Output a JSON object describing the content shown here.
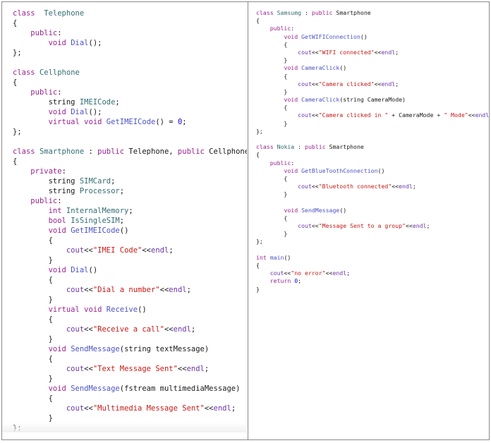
{
  "left_code": {
    "lines": [
      [
        [
          "kw",
          "class"
        ],
        [
          "",
          "  "
        ],
        [
          "ident",
          "Telephone"
        ]
      ],
      [
        [
          "",
          "{"
        ]
      ],
      [
        [
          "",
          "    "
        ],
        [
          "kw",
          "public"
        ],
        [
          "",
          ":"
        ]
      ],
      [
        [
          "",
          "        "
        ],
        [
          "kw",
          "void"
        ],
        [
          "",
          " "
        ],
        [
          "fn",
          "Dial"
        ],
        [
          "",
          "();"
        ]
      ],
      [
        [
          "",
          "};"
        ]
      ],
      [
        [
          "",
          ""
        ]
      ],
      [
        [
          "kw",
          "class"
        ],
        [
          "",
          " "
        ],
        [
          "ident",
          "Cellphone"
        ]
      ],
      [
        [
          "",
          "{"
        ]
      ],
      [
        [
          "",
          "    "
        ],
        [
          "kw",
          "public"
        ],
        [
          "",
          ":"
        ]
      ],
      [
        [
          "",
          "        "
        ],
        [
          "",
          "string "
        ],
        [
          "ident",
          "IMEICode"
        ],
        [
          "",
          ";"
        ]
      ],
      [
        [
          "",
          "        "
        ],
        [
          "kw",
          "void"
        ],
        [
          "",
          " "
        ],
        [
          "fn",
          "Dial"
        ],
        [
          "",
          "();"
        ]
      ],
      [
        [
          "",
          "        "
        ],
        [
          "kw",
          "virtual"
        ],
        [
          "",
          " "
        ],
        [
          "kw",
          "void"
        ],
        [
          "",
          " "
        ],
        [
          "fn",
          "GetIMEICode"
        ],
        [
          "",
          "() = "
        ],
        [
          "num",
          "0"
        ],
        [
          "",
          ";"
        ]
      ],
      [
        [
          "",
          "};"
        ]
      ],
      [
        [
          "",
          ""
        ]
      ],
      [
        [
          "kw",
          "class"
        ],
        [
          "",
          " "
        ],
        [
          "ident",
          "Smartphone"
        ],
        [
          "",
          " : "
        ],
        [
          "kw",
          "public"
        ],
        [
          "",
          " Telephone, "
        ],
        [
          "kw",
          "public"
        ],
        [
          "",
          " Cellphone"
        ]
      ],
      [
        [
          "",
          "{"
        ]
      ],
      [
        [
          "",
          "    "
        ],
        [
          "kw",
          "private"
        ],
        [
          "",
          ":"
        ]
      ],
      [
        [
          "",
          "        "
        ],
        [
          "",
          "string "
        ],
        [
          "ident",
          "SIMCard"
        ],
        [
          "",
          ";"
        ]
      ],
      [
        [
          "",
          "        "
        ],
        [
          "",
          "string "
        ],
        [
          "ident",
          "Processor"
        ],
        [
          "",
          ";"
        ]
      ],
      [
        [
          "",
          "    "
        ],
        [
          "kw",
          "public"
        ],
        [
          "",
          ":"
        ]
      ],
      [
        [
          "",
          "        "
        ],
        [
          "kw",
          "int"
        ],
        [
          "",
          " "
        ],
        [
          "ident",
          "InternalMemory"
        ],
        [
          "",
          ";"
        ]
      ],
      [
        [
          "",
          "        "
        ],
        [
          "kw",
          "bool"
        ],
        [
          "",
          " "
        ],
        [
          "ident",
          "IsSingleSIM"
        ],
        [
          "",
          ";"
        ]
      ],
      [
        [
          "",
          "        "
        ],
        [
          "kw",
          "void"
        ],
        [
          "",
          " "
        ],
        [
          "fn",
          "GetIMEICode"
        ],
        [
          "",
          "()"
        ]
      ],
      [
        [
          "",
          "        {"
        ]
      ],
      [
        [
          "",
          "            "
        ],
        [
          "io",
          "cout"
        ],
        [
          "",
          "<<"
        ],
        [
          "str",
          "\"IMEI Code\""
        ],
        [
          "",
          "<<"
        ],
        [
          "io",
          "endl"
        ],
        [
          "",
          ";"
        ]
      ],
      [
        [
          "",
          "        }"
        ]
      ],
      [
        [
          "",
          "        "
        ],
        [
          "kw",
          "void"
        ],
        [
          "",
          " "
        ],
        [
          "fn",
          "Dial"
        ],
        [
          "",
          "()"
        ]
      ],
      [
        [
          "",
          "        {"
        ]
      ],
      [
        [
          "",
          "            "
        ],
        [
          "io",
          "cout"
        ],
        [
          "",
          "<<"
        ],
        [
          "str",
          "\"Dial a number\""
        ],
        [
          "",
          "<<"
        ],
        [
          "io",
          "endl"
        ],
        [
          "",
          ";"
        ]
      ],
      [
        [
          "",
          "        }"
        ]
      ],
      [
        [
          "",
          "        "
        ],
        [
          "kw",
          "virtual"
        ],
        [
          "",
          " "
        ],
        [
          "kw",
          "void"
        ],
        [
          "",
          " "
        ],
        [
          "fn",
          "Receive"
        ],
        [
          "",
          "()"
        ]
      ],
      [
        [
          "",
          "        {"
        ]
      ],
      [
        [
          "",
          "            "
        ],
        [
          "io",
          "cout"
        ],
        [
          "",
          "<<"
        ],
        [
          "str",
          "\"Receive a call\""
        ],
        [
          "",
          "<<"
        ],
        [
          "io",
          "endl"
        ],
        [
          "",
          ";"
        ]
      ],
      [
        [
          "",
          "        }"
        ]
      ],
      [
        [
          "",
          "        "
        ],
        [
          "kw",
          "void"
        ],
        [
          "",
          " "
        ],
        [
          "fn",
          "SendMessage"
        ],
        [
          "",
          "(string textMessage)"
        ]
      ],
      [
        [
          "",
          "        {"
        ]
      ],
      [
        [
          "",
          "            "
        ],
        [
          "io",
          "cout"
        ],
        [
          "",
          "<<"
        ],
        [
          "str",
          "\"Text Message Sent\""
        ],
        [
          "",
          "<<"
        ],
        [
          "io",
          "endl"
        ],
        [
          "",
          ";"
        ]
      ],
      [
        [
          "",
          "        }"
        ]
      ],
      [
        [
          "",
          "        "
        ],
        [
          "kw",
          "void"
        ],
        [
          "",
          " "
        ],
        [
          "fn",
          "SendMessage"
        ],
        [
          "",
          "(fstream multimediaMessage)"
        ]
      ],
      [
        [
          "",
          "        {"
        ]
      ],
      [
        [
          "",
          "            "
        ],
        [
          "io",
          "cout"
        ],
        [
          "",
          "<<"
        ],
        [
          "str",
          "\"Multimedia Message Sent\""
        ],
        [
          "",
          "<<"
        ],
        [
          "io",
          "endl"
        ],
        [
          "",
          ";"
        ]
      ],
      [
        [
          "",
          "        }"
        ]
      ],
      [
        [
          "",
          "};"
        ]
      ]
    ]
  },
  "right_code": {
    "lines": [
      [
        [
          "kw",
          "class"
        ],
        [
          "",
          " "
        ],
        [
          "ident",
          "Samsumg"
        ],
        [
          "",
          " : "
        ],
        [
          "kw",
          "public"
        ],
        [
          "",
          " Smartphone"
        ]
      ],
      [
        [
          "",
          "{"
        ]
      ],
      [
        [
          "",
          "    "
        ],
        [
          "kw",
          "public"
        ],
        [
          "",
          ":"
        ]
      ],
      [
        [
          "",
          "        "
        ],
        [
          "kw",
          "void"
        ],
        [
          "",
          " "
        ],
        [
          "fn",
          "GetWIFIConnection"
        ],
        [
          "",
          "()"
        ]
      ],
      [
        [
          "",
          "        {"
        ]
      ],
      [
        [
          "",
          "            "
        ],
        [
          "io",
          "cout"
        ],
        [
          "",
          "<<"
        ],
        [
          "str",
          "\"WIFI connected\""
        ],
        [
          "",
          "<<"
        ],
        [
          "io",
          "endl"
        ],
        [
          "",
          ";"
        ]
      ],
      [
        [
          "",
          "        }"
        ]
      ],
      [
        [
          "",
          "        "
        ],
        [
          "kw",
          "void"
        ],
        [
          "",
          " "
        ],
        [
          "fn",
          "CameraClick"
        ],
        [
          "",
          "()"
        ]
      ],
      [
        [
          "",
          "        {"
        ]
      ],
      [
        [
          "",
          "            "
        ],
        [
          "io",
          "cout"
        ],
        [
          "",
          "<<"
        ],
        [
          "str",
          "\"Camera clicked\""
        ],
        [
          "",
          "<<"
        ],
        [
          "io",
          "endl"
        ],
        [
          "",
          ";"
        ]
      ],
      [
        [
          "",
          "        }"
        ]
      ],
      [
        [
          "",
          "        "
        ],
        [
          "kw",
          "void"
        ],
        [
          "",
          " "
        ],
        [
          "fn",
          "CameraClick"
        ],
        [
          "",
          "(string CameraMode)"
        ]
      ],
      [
        [
          "",
          "        {"
        ]
      ],
      [
        [
          "",
          "            "
        ],
        [
          "io",
          "cout"
        ],
        [
          "",
          "<<"
        ],
        [
          "str",
          "\"Camera clicked in \""
        ],
        [
          "",
          " + CameraMode + "
        ],
        [
          "str",
          "\" Mode\""
        ],
        [
          "",
          "<<"
        ],
        [
          "io",
          "endl"
        ],
        [
          "",
          ";"
        ]
      ],
      [
        [
          "",
          "        }"
        ]
      ],
      [
        [
          "",
          "};"
        ]
      ],
      [
        [
          "",
          ""
        ]
      ],
      [
        [
          "kw",
          "class"
        ],
        [
          "",
          " "
        ],
        [
          "ident",
          "Nokia"
        ],
        [
          "",
          " : "
        ],
        [
          "kw",
          "public"
        ],
        [
          "",
          " Smartphone"
        ]
      ],
      [
        [
          "",
          "{"
        ]
      ],
      [
        [
          "",
          "    "
        ],
        [
          "kw",
          "public"
        ],
        [
          "",
          ":"
        ]
      ],
      [
        [
          "",
          "        "
        ],
        [
          "kw",
          "void"
        ],
        [
          "",
          " "
        ],
        [
          "fn",
          "GetBlueToothConnection"
        ],
        [
          "",
          "()"
        ]
      ],
      [
        [
          "",
          "        {"
        ]
      ],
      [
        [
          "",
          "            "
        ],
        [
          "io",
          "cout"
        ],
        [
          "",
          "<<"
        ],
        [
          "str",
          "\"Bluetooth connected\""
        ],
        [
          "",
          "<<"
        ],
        [
          "io",
          "endl"
        ],
        [
          "",
          ";"
        ]
      ],
      [
        [
          "",
          "        }"
        ]
      ],
      [
        [
          "",
          ""
        ]
      ],
      [
        [
          "",
          "        "
        ],
        [
          "kw",
          "void"
        ],
        [
          "",
          " "
        ],
        [
          "fn",
          "SendMessage"
        ],
        [
          "",
          "()"
        ]
      ],
      [
        [
          "",
          "        {"
        ]
      ],
      [
        [
          "",
          "            "
        ],
        [
          "io",
          "cout"
        ],
        [
          "",
          "<<"
        ],
        [
          "str",
          "\"Message Sent to a group\""
        ],
        [
          "",
          "<<"
        ],
        [
          "io",
          "endl"
        ],
        [
          "",
          ";"
        ]
      ],
      [
        [
          "",
          "        }"
        ]
      ],
      [
        [
          "",
          "};"
        ]
      ],
      [
        [
          "",
          ""
        ]
      ],
      [
        [
          "kw",
          "int"
        ],
        [
          "",
          " "
        ],
        [
          "fn",
          "main"
        ],
        [
          "",
          "()"
        ]
      ],
      [
        [
          "",
          "{"
        ]
      ],
      [
        [
          "",
          "    "
        ],
        [
          "io",
          "cout"
        ],
        [
          "",
          "<<"
        ],
        [
          "str",
          "\"no error\""
        ],
        [
          "",
          "<<"
        ],
        [
          "io",
          "endl"
        ],
        [
          "",
          ";"
        ]
      ],
      [
        [
          "",
          "    "
        ],
        [
          "kw",
          "return"
        ],
        [
          "",
          " "
        ],
        [
          "num",
          "0"
        ],
        [
          "",
          ";"
        ]
      ],
      [
        [
          "",
          "}"
        ]
      ]
    ]
  }
}
